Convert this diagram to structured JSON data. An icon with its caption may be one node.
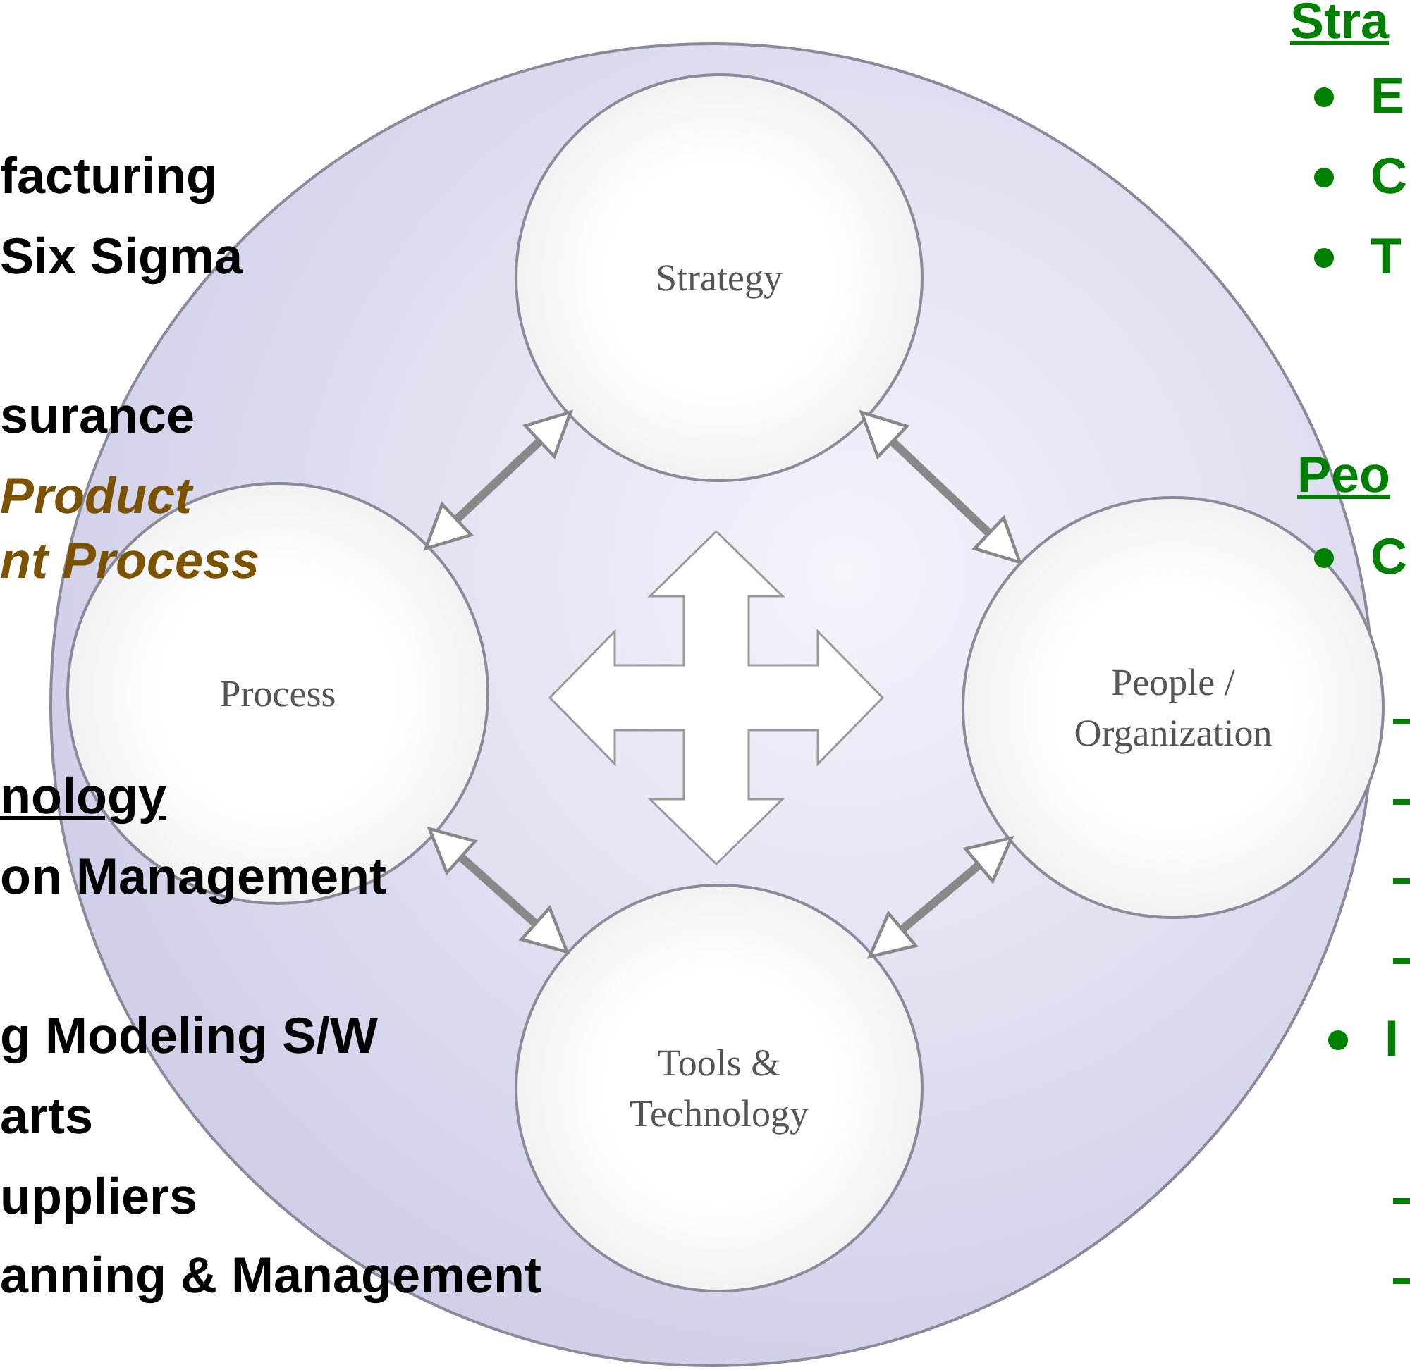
{
  "diagram": {
    "nodes": [
      {
        "text": [],
        "shape": "circle"
      },
      {
        "text": [
          "Strategy"
        ],
        "in": 0
      },
      {
        "text": [
          "Process"
        ],
        "in": 0
      },
      {
        "text": [
          "People / Organization"
        ],
        "in": 0
      },
      {
        "text": [
          "Tools & Technology"
        ],
        "in": 0
      }
    ],
    "edges": [
      {
        "from": 2,
        "to": 1,
        "arrow": "both"
      },
      {
        "from": 1,
        "to": 3,
        "arrow": "both"
      },
      {
        "from": 2,
        "to": 4,
        "arrow": "both"
      },
      {
        "from": 4,
        "to": 3,
        "arrow": "both"
      }
    ],
    "labels": [
      "facturing",
      "Six Sigma",
      "surance",
      "Product",
      "nt Process",
      "nology",
      "on Management",
      "g Modeling S/W",
      "arts",
      "uppliers",
      "anning & Management",
      "Stra",
      "E",
      "C",
      "T",
      "Peo",
      "C",
      "I"
    ]
  }
}
